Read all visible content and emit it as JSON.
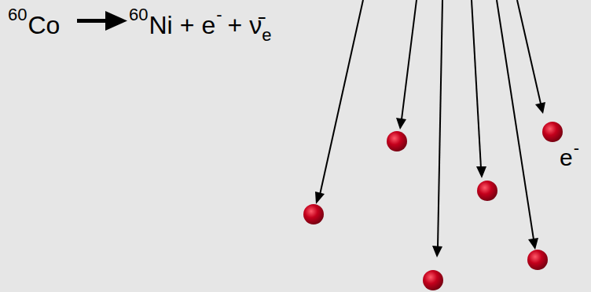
{
  "diagram": {
    "labels": [
      "60",
      "Co",
      "60",
      "Ni",
      "+",
      "e",
      "-",
      "+",
      "ν̄",
      "e",
      "e",
      "-"
    ]
  }
}
